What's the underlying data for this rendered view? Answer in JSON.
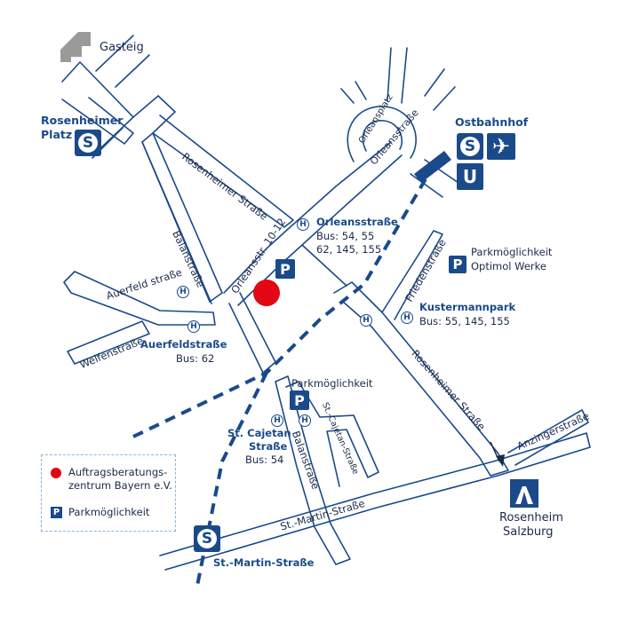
{
  "places": {
    "gasteig": "Gasteig",
    "rosenheimer_platz": [
      "Rosenheimer",
      "Platz"
    ],
    "ostbahnhof": "Ostbahnhof",
    "orleansplatz": "Orleansplatz",
    "orleansstrasse_top": "Orleansstraße"
  },
  "streets": {
    "rosenheimer_str_1": "Rosenheimer Straße",
    "rosenheimer_str_2": "Rosenheimer Straße",
    "balanstrasse_1": "Balanstraße",
    "balanstrasse_2": "Balanstraße",
    "orleansstr_10_12": "Orleansstr. 10-12",
    "auerfeldstrasse": "Auerfeld straße",
    "welfenstrasse": "Welfenstraße",
    "friedenstrasse": "Friedenstraße",
    "st_cajetan_str": "St.-Cajetan-Straße",
    "st_martin_str": "St.-Martin-Straße",
    "anzingerstrasse": "Anzingerstraße"
  },
  "stops": {
    "orleansstrasse": {
      "name": "Orleansstraße",
      "bus": [
        "Bus: 54, 55",
        "62, 145, 155"
      ]
    },
    "kustermannpark": {
      "name": "Kustermannpark",
      "bus": "Bus: 55, 145, 155"
    },
    "auerfeldstrasse": {
      "name": "Auerfeldstraße",
      "bus": "Bus: 62"
    },
    "st_cajetan": {
      "name": [
        "St. Cajetan",
        "Straße"
      ],
      "bus": "Bus: 54"
    },
    "st_martin_sbahn": "St.-Martin-Straße"
  },
  "parking": {
    "optimol": [
      "Parkmöglichkeit",
      "Optimol Werke"
    ],
    "balan": "Parkmöglichkeit"
  },
  "highway": [
    "Rosenheim",
    "Salzburg"
  ],
  "legend": {
    "target": [
      "Auftragsberatungs-",
      "zentrum Bayern e.V."
    ],
    "parking": "Parkmöglichkeit"
  },
  "symbols": {
    "sbahn": "S",
    "ubahn": "U",
    "parking": "P",
    "bus_stop": "H",
    "plane_icon": "✈"
  },
  "colors": {
    "road": "#1a4a8a",
    "target": "#e30613",
    "building": "#9a9a9a",
    "legend_border": "#8fb4d8"
  }
}
